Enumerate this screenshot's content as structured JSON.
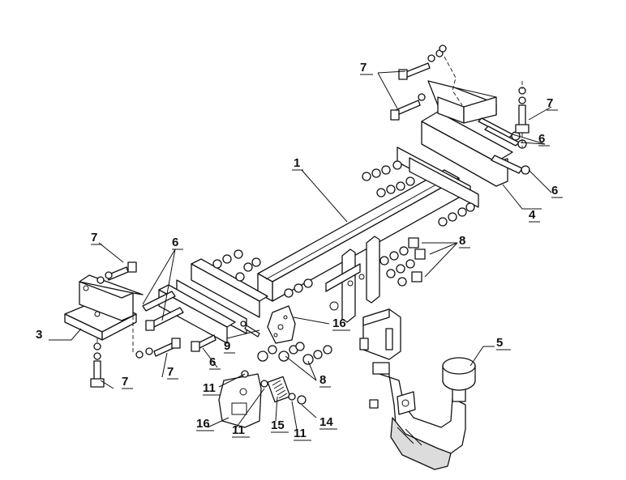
{
  "labels": {
    "l1": "1",
    "l3": "3",
    "l4": "4",
    "l5": "5",
    "l6a": "6",
    "l6b": "6",
    "l6c": "6",
    "l6d": "6",
    "l7a": "7",
    "l7b": "7",
    "l7c": "7",
    "l7d": "7",
    "l8a": "8",
    "l8b": "8",
    "l9": "9",
    "l11a": "11",
    "l11b": "11",
    "l11c": "11",
    "l14": "14",
    "l15": "15",
    "l16a": "16",
    "l16b": "16"
  }
}
